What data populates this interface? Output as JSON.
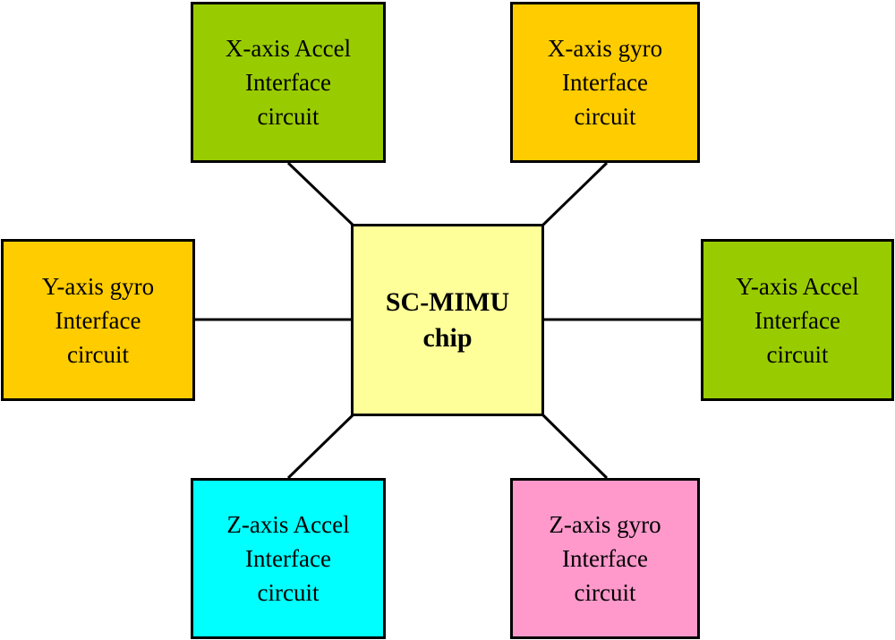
{
  "center": {
    "line1": "SC-MIMU",
    "line2": "chip",
    "color": "#ffff99"
  },
  "modules": [
    {
      "id": "x-accel",
      "line1": "X-axis Accel",
      "line2": "Interface",
      "line3": "circuit",
      "color": "#99cc00"
    },
    {
      "id": "x-gyro",
      "line1": "X-axis gyro",
      "line2": "Interface",
      "line3": "circuit",
      "color": "#ffcc00"
    },
    {
      "id": "y-gyro",
      "line1": "Y-axis gyro",
      "line2": "Interface",
      "line3": "circuit",
      "color": "#ffcc00"
    },
    {
      "id": "y-accel",
      "line1": "Y-axis Accel",
      "line2": "Interface",
      "line3": "circuit",
      "color": "#99cc00"
    },
    {
      "id": "z-accel",
      "line1": "Z-axis Accel",
      "line2": "Interface",
      "line3": "circuit",
      "color": "#00ffff"
    },
    {
      "id": "z-gyro",
      "line1": "Z-axis gyro",
      "line2": "Interface",
      "line3": "circuit",
      "color": "#ff99cc"
    }
  ]
}
